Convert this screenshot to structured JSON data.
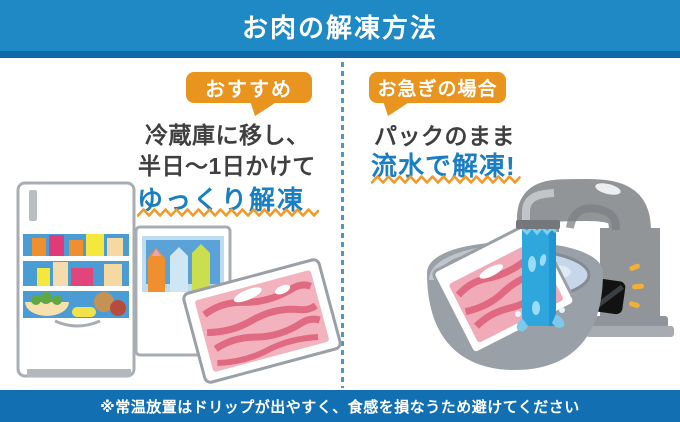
{
  "title": "お肉の解凍方法",
  "left": {
    "badge_label": "おすすめ",
    "line1": "冷蔵庫に移し、",
    "line2": "半日〜1日かけて",
    "highlight": "ゆっくり解凍",
    "illustration": "refrigerator-with-open-door-and-meat-pack"
  },
  "right": {
    "badge_label": "お急ぎの場合",
    "line1": "パックのまま",
    "highlight": "流水で解凍!",
    "illustration": "sensor-faucet-running-water-over-meat-pack-in-bowl"
  },
  "footer_note": "※常温放置はドリップが出やすく、食感を損なうため避けてください",
  "colors": {
    "header_bg": "#1f89c6",
    "header_strip": "#1168a8",
    "footer_bg": "#1270b2",
    "badge_bg": "#e8941f",
    "body_text": "#3f3f3f",
    "highlight_text": "#1a7fc2",
    "underline_orange": "#ef9a2a",
    "divider_blue": "#4a97cd",
    "water_blue": "#2fa7dd",
    "meat_pink": "#f2b3bf",
    "meat_red": "#e06a82"
  }
}
